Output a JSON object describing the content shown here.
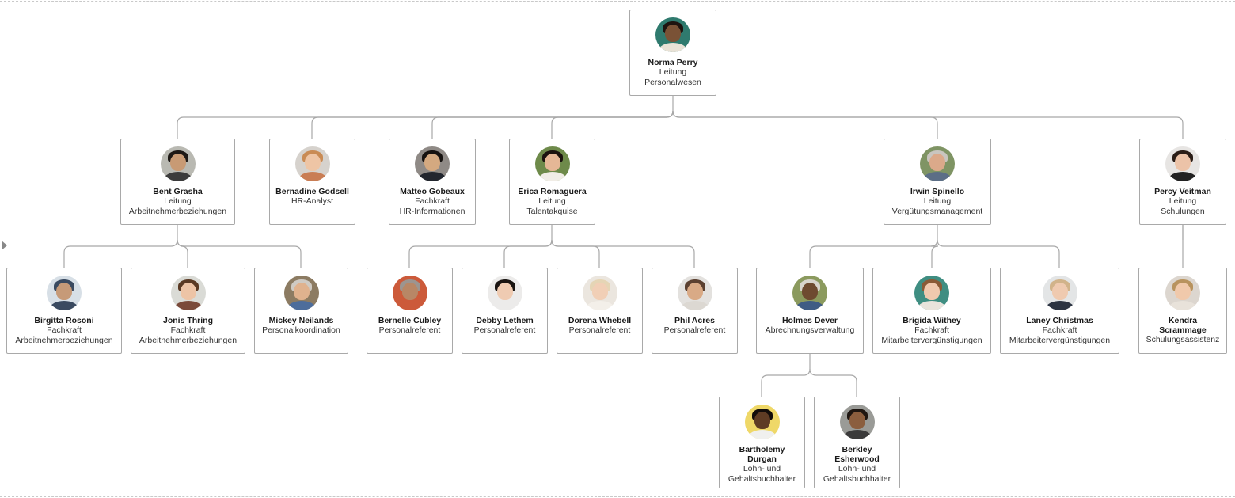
{
  "nodes": {
    "norma": {
      "name": "Norma Perry",
      "lines": [
        "Leitung",
        "Personalwesen"
      ],
      "avatar": {
        "bg": "#2f7a6e",
        "skin": "#7a5236",
        "hair": "#1e1410",
        "shirt": "#e9e2d6"
      }
    },
    "bent": {
      "name": "Bent Grasha",
      "lines": [
        "Leitung",
        "Arbeitnehmerbeziehungen"
      ],
      "avatar": {
        "bg": "#b9b9b2",
        "skin": "#c89a74",
        "hair": "#1d1815",
        "shirt": "#3b3b3b"
      }
    },
    "bernadine": {
      "name": "Bernadine Godsell",
      "lines": [
        "HR-Analyst"
      ],
      "avatar": {
        "bg": "#d6d2cd",
        "skin": "#eec5a5",
        "hair": "#c98b54",
        "shirt": "#c97d54"
      }
    },
    "matteo": {
      "name": "Matteo Gobeaux",
      "lines": [
        "Fachkraft",
        "HR-Informationen"
      ],
      "avatar": {
        "bg": "#8f8a86",
        "skin": "#d4a980",
        "hair": "#161210",
        "shirt": "#22262e"
      }
    },
    "erica": {
      "name": "Erica Romaguera",
      "lines": [
        "Leitung",
        "Talentakquise"
      ],
      "avatar": {
        "bg": "#6e8a4a",
        "skin": "#e5b796",
        "hair": "#1b130f",
        "shirt": "#f1ede6"
      }
    },
    "irwin": {
      "name": "Irwin Spinello",
      "lines": [
        "Leitung",
        "Vergütungsmanagement"
      ],
      "avatar": {
        "bg": "#7f9464",
        "skin": "#dba98a",
        "hair": "#c9c5bf",
        "shirt": "#5c6e86"
      }
    },
    "percy": {
      "name": "Percy Veitman",
      "lines": [
        "Leitung",
        "Schulungen"
      ],
      "avatar": {
        "bg": "#e7e5e3",
        "skin": "#ecc3a8",
        "hair": "#2a1d17",
        "shirt": "#222222"
      }
    },
    "birgitta": {
      "name": "Birgitta Rosoni",
      "lines": [
        "Fachkraft",
        "Arbeitnehmerbeziehungen"
      ],
      "avatar": {
        "bg": "#d7dfe6",
        "skin": "#c69a78",
        "hair": "#3a4a60",
        "shirt": "#3a4a60"
      }
    },
    "jonis": {
      "name": "Jonis Thring",
      "lines": [
        "Fachkraft",
        "Arbeitnehmerbeziehungen"
      ],
      "avatar": {
        "bg": "#dadbd6",
        "skin": "#edc4a6",
        "hair": "#5a3a24",
        "shirt": "#7a4a3a"
      }
    },
    "mickey": {
      "name": "Mickey Neilands",
      "lines": [
        "Personalkoordination"
      ],
      "avatar": {
        "bg": "#8c7b62",
        "skin": "#e0b28e",
        "hair": "#cfcac3",
        "shirt": "#4d6d9b"
      }
    },
    "bernelle": {
      "name": "Bernelle Cubley",
      "lines": [
        "Personalreferent"
      ],
      "avatar": {
        "bg": "#cc5a3a",
        "skin": "#b88766",
        "hair": "#9c9590",
        "shirt": "#cc5a3a"
      }
    },
    "debby": {
      "name": "Debby Lethem",
      "lines": [
        "Personalreferent"
      ],
      "avatar": {
        "bg": "#ecebea",
        "skin": "#efcbb2",
        "hair": "#191411",
        "shirt": "#ecebea"
      }
    },
    "dorena": {
      "name": "Dorena Whebell",
      "lines": [
        "Personalreferent"
      ],
      "avatar": {
        "bg": "#ebe6df",
        "skin": "#f1cfb6",
        "hair": "#e5d5b5",
        "shirt": "#f3efe9"
      }
    },
    "phil": {
      "name": "Phil Acres",
      "lines": [
        "Personalreferent"
      ],
      "avatar": {
        "bg": "#e3e1de",
        "skin": "#d9aa86",
        "hair": "#5b4030",
        "shirt": "#dcd8d2"
      }
    },
    "holmes": {
      "name": "Holmes Dever",
      "lines": [
        "Abrechnungsverwaltung"
      ],
      "avatar": {
        "bg": "#8b9a5e",
        "skin": "#6e4a30",
        "hair": "#d8d4cc",
        "shirt": "#3f5c84"
      }
    },
    "brigida": {
      "name": "Brigida Withey",
      "lines": [
        "Fachkraft",
        "Mitarbeitervergünstigungen"
      ],
      "avatar": {
        "bg": "#3f8e82",
        "skin": "#f0c9ae",
        "hair": "#8a5a36",
        "shirt": "#e9e4dc"
      }
    },
    "laney": {
      "name": "Laney Christmas",
      "lines": [
        "Fachkraft",
        "Mitarbeitervergünstigungen"
      ],
      "avatar": {
        "bg": "#e3e5e6",
        "skin": "#efcab0",
        "hair": "#d1b38a",
        "shirt": "#2c3442"
      }
    },
    "kendra": {
      "name": "Kendra Scrammage",
      "lines": [
        "Schulungsassistenz"
      ],
      "avatar": {
        "bg": "#dcd6cf",
        "skin": "#f0c9ab",
        "hair": "#b8935e",
        "shirt": "#e8e2da"
      }
    },
    "bartholemy": {
      "name": "Bartholemy Durgan",
      "lines": [
        "Lohn- und",
        "Gehaltsbuchhalter"
      ],
      "avatar": {
        "bg": "#efd868",
        "skin": "#5e3c24",
        "hair": "#120d0a",
        "shirt": "#f0f0ee"
      }
    },
    "berkley": {
      "name": "Berkley Esherwood",
      "lines": [
        "Lohn- und",
        "Gehaltsbuchhalter"
      ],
      "avatar": {
        "bg": "#9a9b97",
        "skin": "#8b5e3e",
        "hair": "#1e1611",
        "shirt": "#3b3b3b"
      }
    }
  },
  "colors": {
    "edge": "#a8a8a8",
    "node_border": "#a9a9a9"
  }
}
